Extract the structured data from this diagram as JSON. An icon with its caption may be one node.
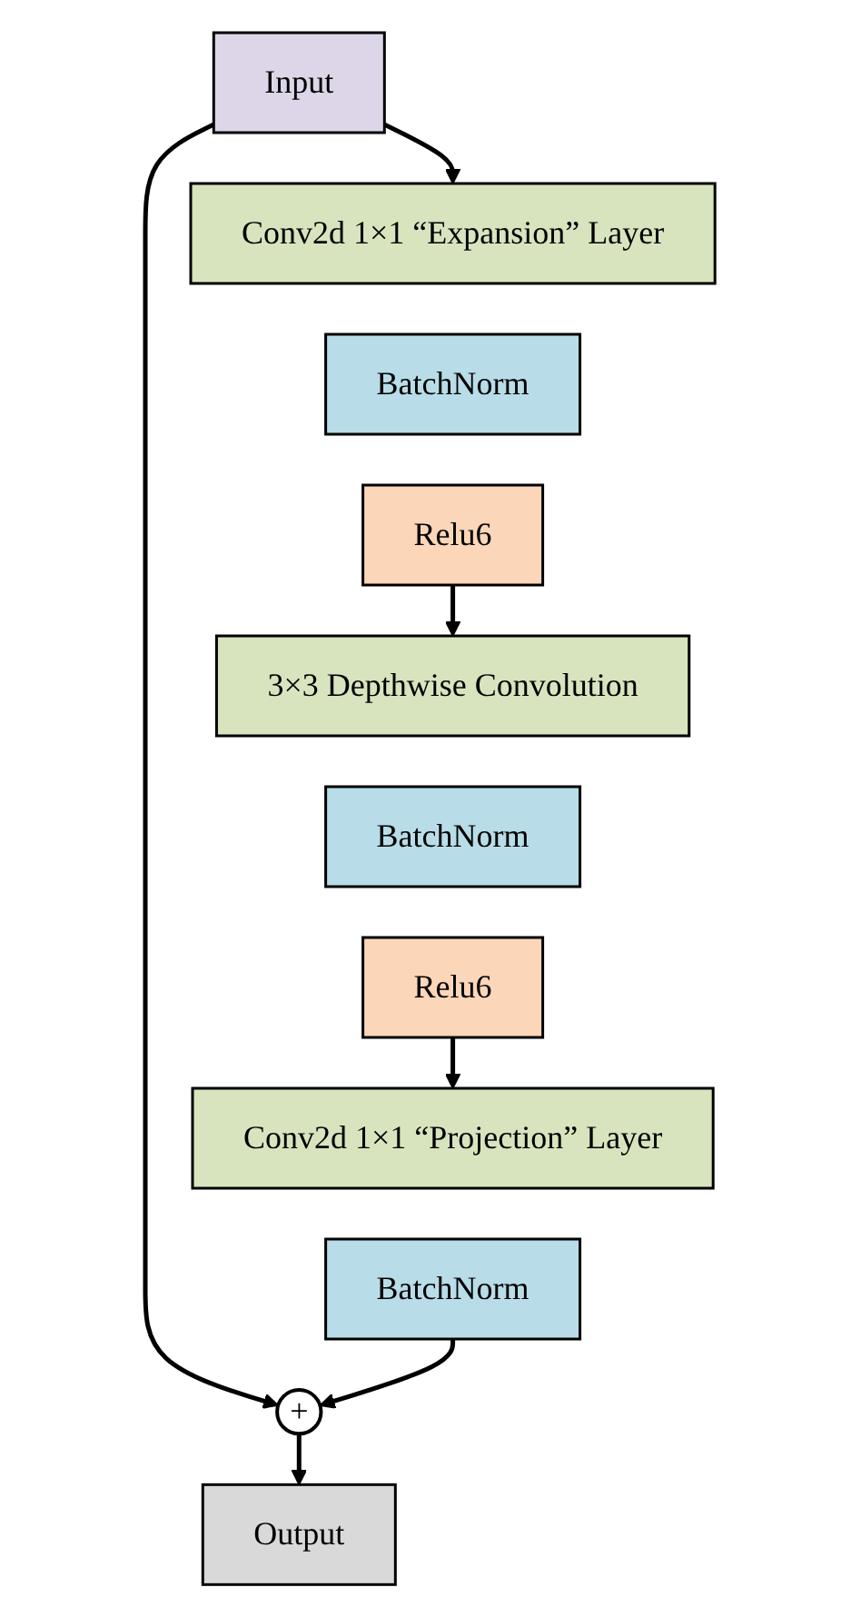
{
  "diagram": {
    "nodes": [
      {
        "text": [
          "Input"
        ]
      },
      {
        "text": [
          "Conv2d 1×1 “Expansion” Layer"
        ]
      },
      {
        "text": [
          "BatchNorm"
        ]
      },
      {
        "text": [
          "Relu6"
        ]
      },
      {
        "text": [
          "3×3 Depthwise Convolution"
        ]
      },
      {
        "text": [
          "BatchNorm"
        ]
      },
      {
        "text": [
          "Relu6"
        ]
      },
      {
        "text": [
          "Conv2d 1×1 “Projection” Layer"
        ]
      },
      {
        "text": [
          "BatchNorm"
        ]
      },
      {
        "text": [
          "+"
        ]
      },
      {
        "text": [
          "Output"
        ]
      }
    ],
    "edges": [
      {
        "from": 0,
        "to": 1,
        "arrow": "to"
      },
      {
        "from": 0,
        "to": 9,
        "arrow": "to"
      },
      {
        "from": 3,
        "to": 4,
        "arrow": "to"
      },
      {
        "from": 6,
        "to": 7,
        "arrow": "to"
      },
      {
        "from": 8,
        "to": 9,
        "arrow": "to"
      },
      {
        "from": 9,
        "to": 10,
        "arrow": "to"
      }
    ]
  }
}
